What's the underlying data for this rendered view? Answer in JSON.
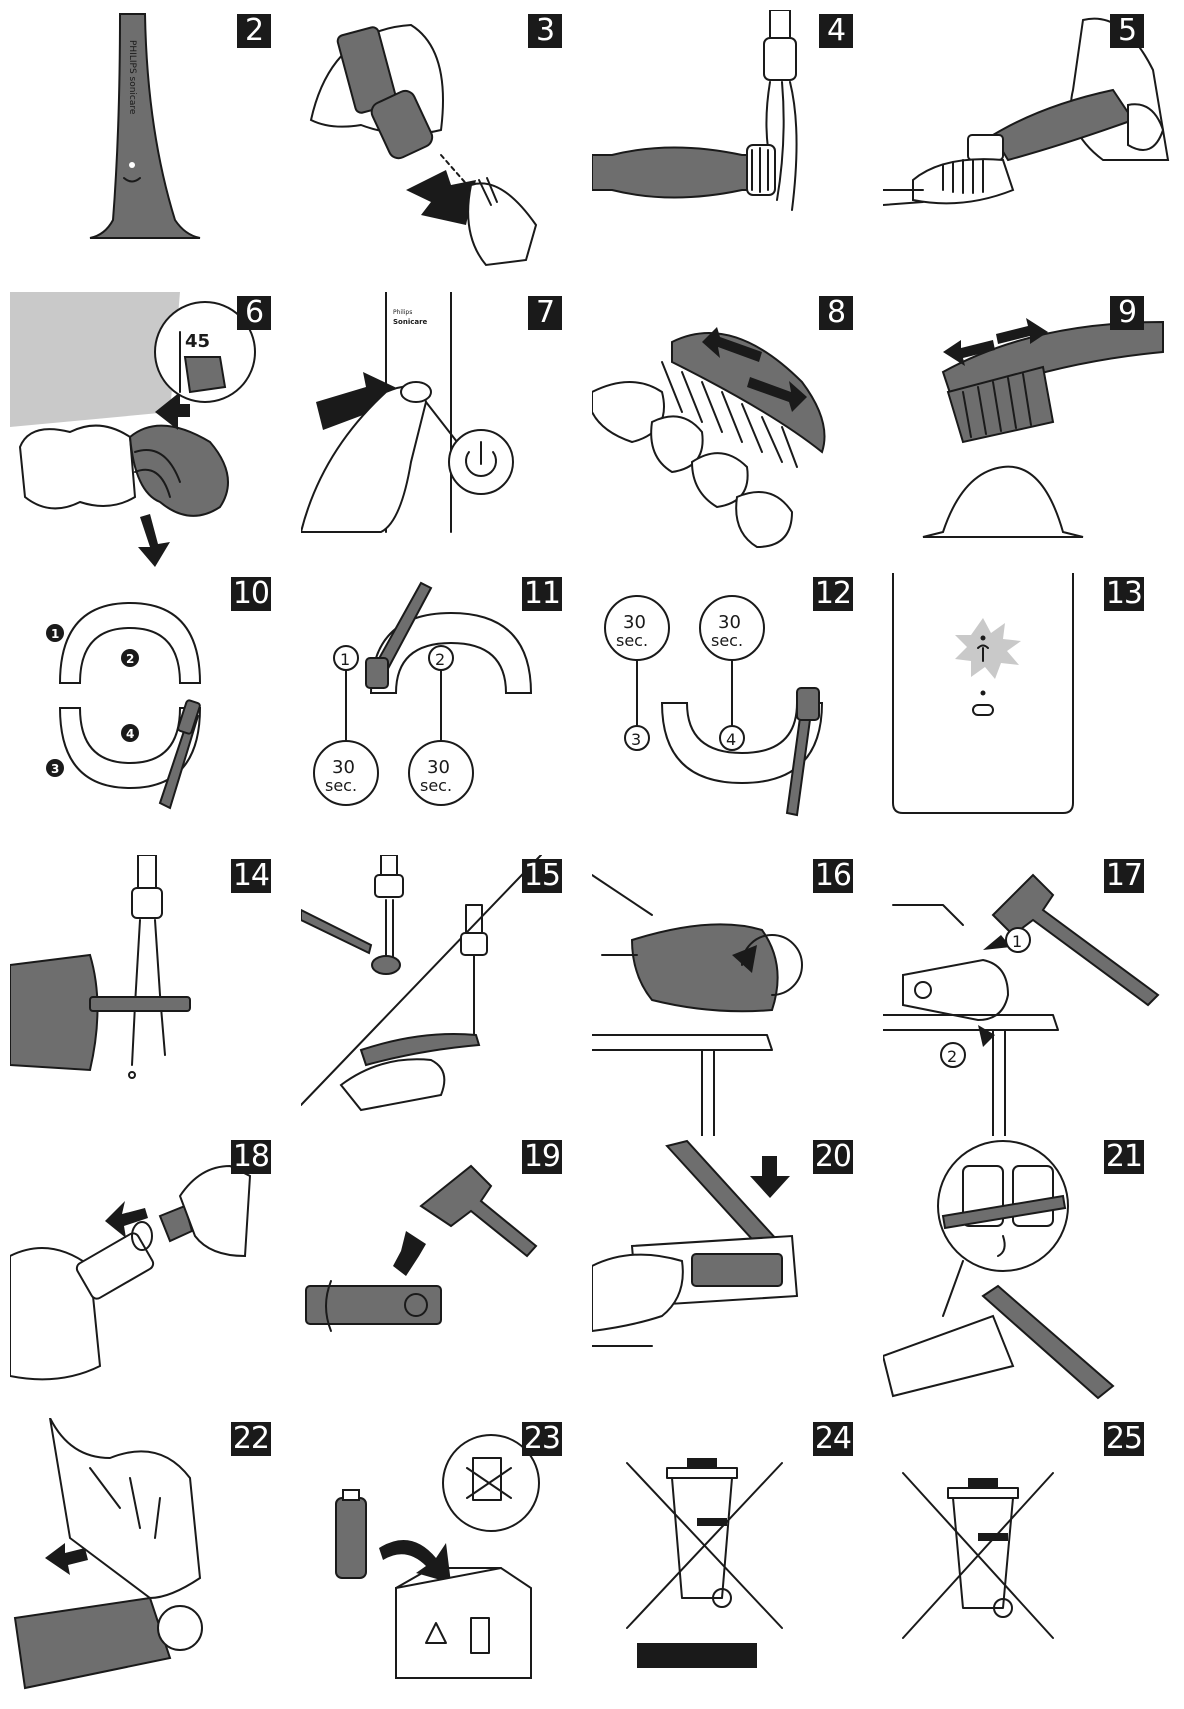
{
  "panels": [
    {
      "n": "2"
    },
    {
      "n": "3"
    },
    {
      "n": "4"
    },
    {
      "n": "5"
    },
    {
      "n": "6",
      "angle": "45"
    },
    {
      "n": "7"
    },
    {
      "n": "8"
    },
    {
      "n": "9"
    },
    {
      "n": "10"
    },
    {
      "n": "11"
    },
    {
      "n": "12"
    },
    {
      "n": "13"
    },
    {
      "n": "14"
    },
    {
      "n": "15"
    },
    {
      "n": "16"
    },
    {
      "n": "17"
    },
    {
      "n": "18"
    },
    {
      "n": "19"
    },
    {
      "n": "20"
    },
    {
      "n": "21"
    },
    {
      "n": "22"
    },
    {
      "n": "23"
    },
    {
      "n": "24"
    },
    {
      "n": "25"
    }
  ],
  "p2": {
    "brand": "PHILIPS sonicare"
  },
  "p10": {
    "zones": [
      "1",
      "2",
      "3",
      "4"
    ]
  },
  "p11": {
    "zones": [
      "1",
      "2"
    ],
    "timer": "30",
    "unit": "sec."
  },
  "p12": {
    "zones": [
      "3",
      "4"
    ],
    "timer": "30",
    "unit": "sec."
  },
  "p17": {
    "steps": [
      "1",
      "2"
    ]
  },
  "colors": {
    "ink": "#1a1a1a",
    "gray": "#6e6e6e",
    "light": "#c9c9c9",
    "paper": "#ffffff"
  }
}
